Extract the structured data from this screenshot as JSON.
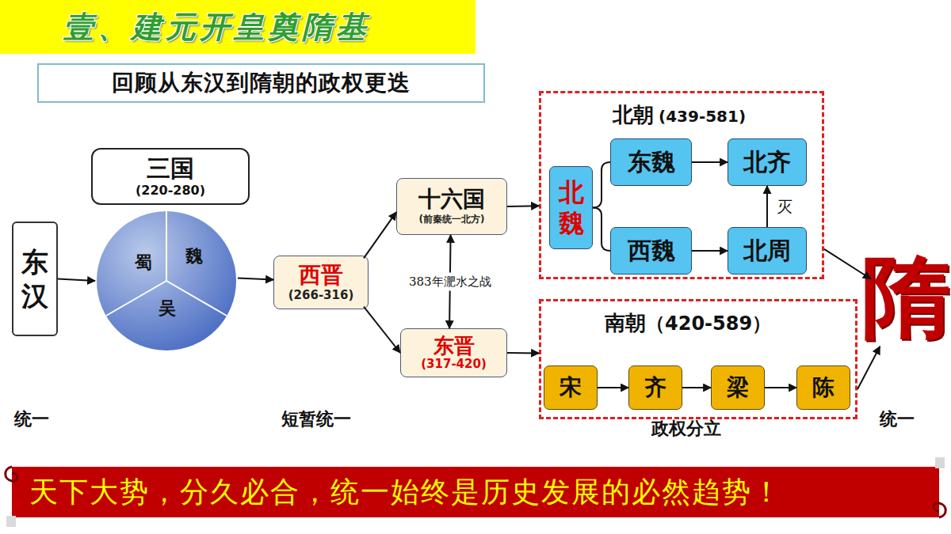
{
  "diagram": {
    "title": "壹、建元开皇奠隋基",
    "caption": "天下大势，分久必合，统一始终是历史发展的必然趋势！",
    "nodes": [
      {
        "text": [
          "回顾从东汉到隋朝的政权更迭"
        ]
      },
      {
        "text": [
          "东汉"
        ]
      },
      {
        "text": [
          "三国",
          "(220-280)"
        ]
      },
      {
        "text": [
          "蜀",
          "魏",
          "吴"
        ]
      },
      {
        "text": [
          "西晋",
          "(266-316)"
        ]
      },
      {
        "text": [
          "十六国",
          "(前秦统一北方)"
        ]
      },
      {
        "text": [
          "东晋",
          "(317-420)"
        ]
      },
      {
        "text": [
          "北朝",
          "(439-581)"
        ]
      },
      {
        "text": [
          "北魏"
        ],
        "in": 7
      },
      {
        "text": [
          "东魏"
        ],
        "in": 7
      },
      {
        "text": [
          "北齐"
        ],
        "in": 7
      },
      {
        "text": [
          "西魏"
        ],
        "in": 7
      },
      {
        "text": [
          "北周"
        ],
        "in": 7
      },
      {
        "text": [
          "南朝",
          "（420-589）"
        ]
      },
      {
        "text": [
          "宋"
        ],
        "in": 13
      },
      {
        "text": [
          "齐"
        ],
        "in": 13
      },
      {
        "text": [
          "梁"
        ],
        "in": 13
      },
      {
        "text": [
          "陈"
        ],
        "in": 13
      },
      {
        "text": [
          "隋"
        ]
      }
    ],
    "edges": [
      {
        "from": 1,
        "to": 3,
        "arrow": "to"
      },
      {
        "from": 3,
        "to": 4,
        "arrow": "to"
      },
      {
        "from": 4,
        "to": 5,
        "arrow": "to"
      },
      {
        "from": 4,
        "to": 6,
        "arrow": "to"
      },
      {
        "from": 5,
        "to": 6,
        "label": "383年淝水之战",
        "arrow": "both"
      },
      {
        "from": 5,
        "to": 7,
        "arrow": "to"
      },
      {
        "from": 6,
        "to": 13,
        "arrow": "to"
      },
      {
        "from": 8,
        "to": 9,
        "arrow": "none"
      },
      {
        "from": 8,
        "to": 11,
        "arrow": "none"
      },
      {
        "from": 9,
        "to": 10,
        "arrow": "to"
      },
      {
        "from": 11,
        "to": 12,
        "arrow": "to"
      },
      {
        "from": 12,
        "to": 10,
        "label": "灭",
        "arrow": "to"
      },
      {
        "from": 14,
        "to": 15,
        "arrow": "to"
      },
      {
        "from": 15,
        "to": 16,
        "arrow": "to"
      },
      {
        "from": 16,
        "to": 17,
        "arrow": "to"
      },
      {
        "from": 7,
        "to": 18,
        "arrow": "to"
      },
      {
        "from": 13,
        "to": 18,
        "arrow": "to"
      }
    ],
    "labels": [
      "统一",
      "短暂统一",
      "政权分立",
      "统一"
    ]
  }
}
